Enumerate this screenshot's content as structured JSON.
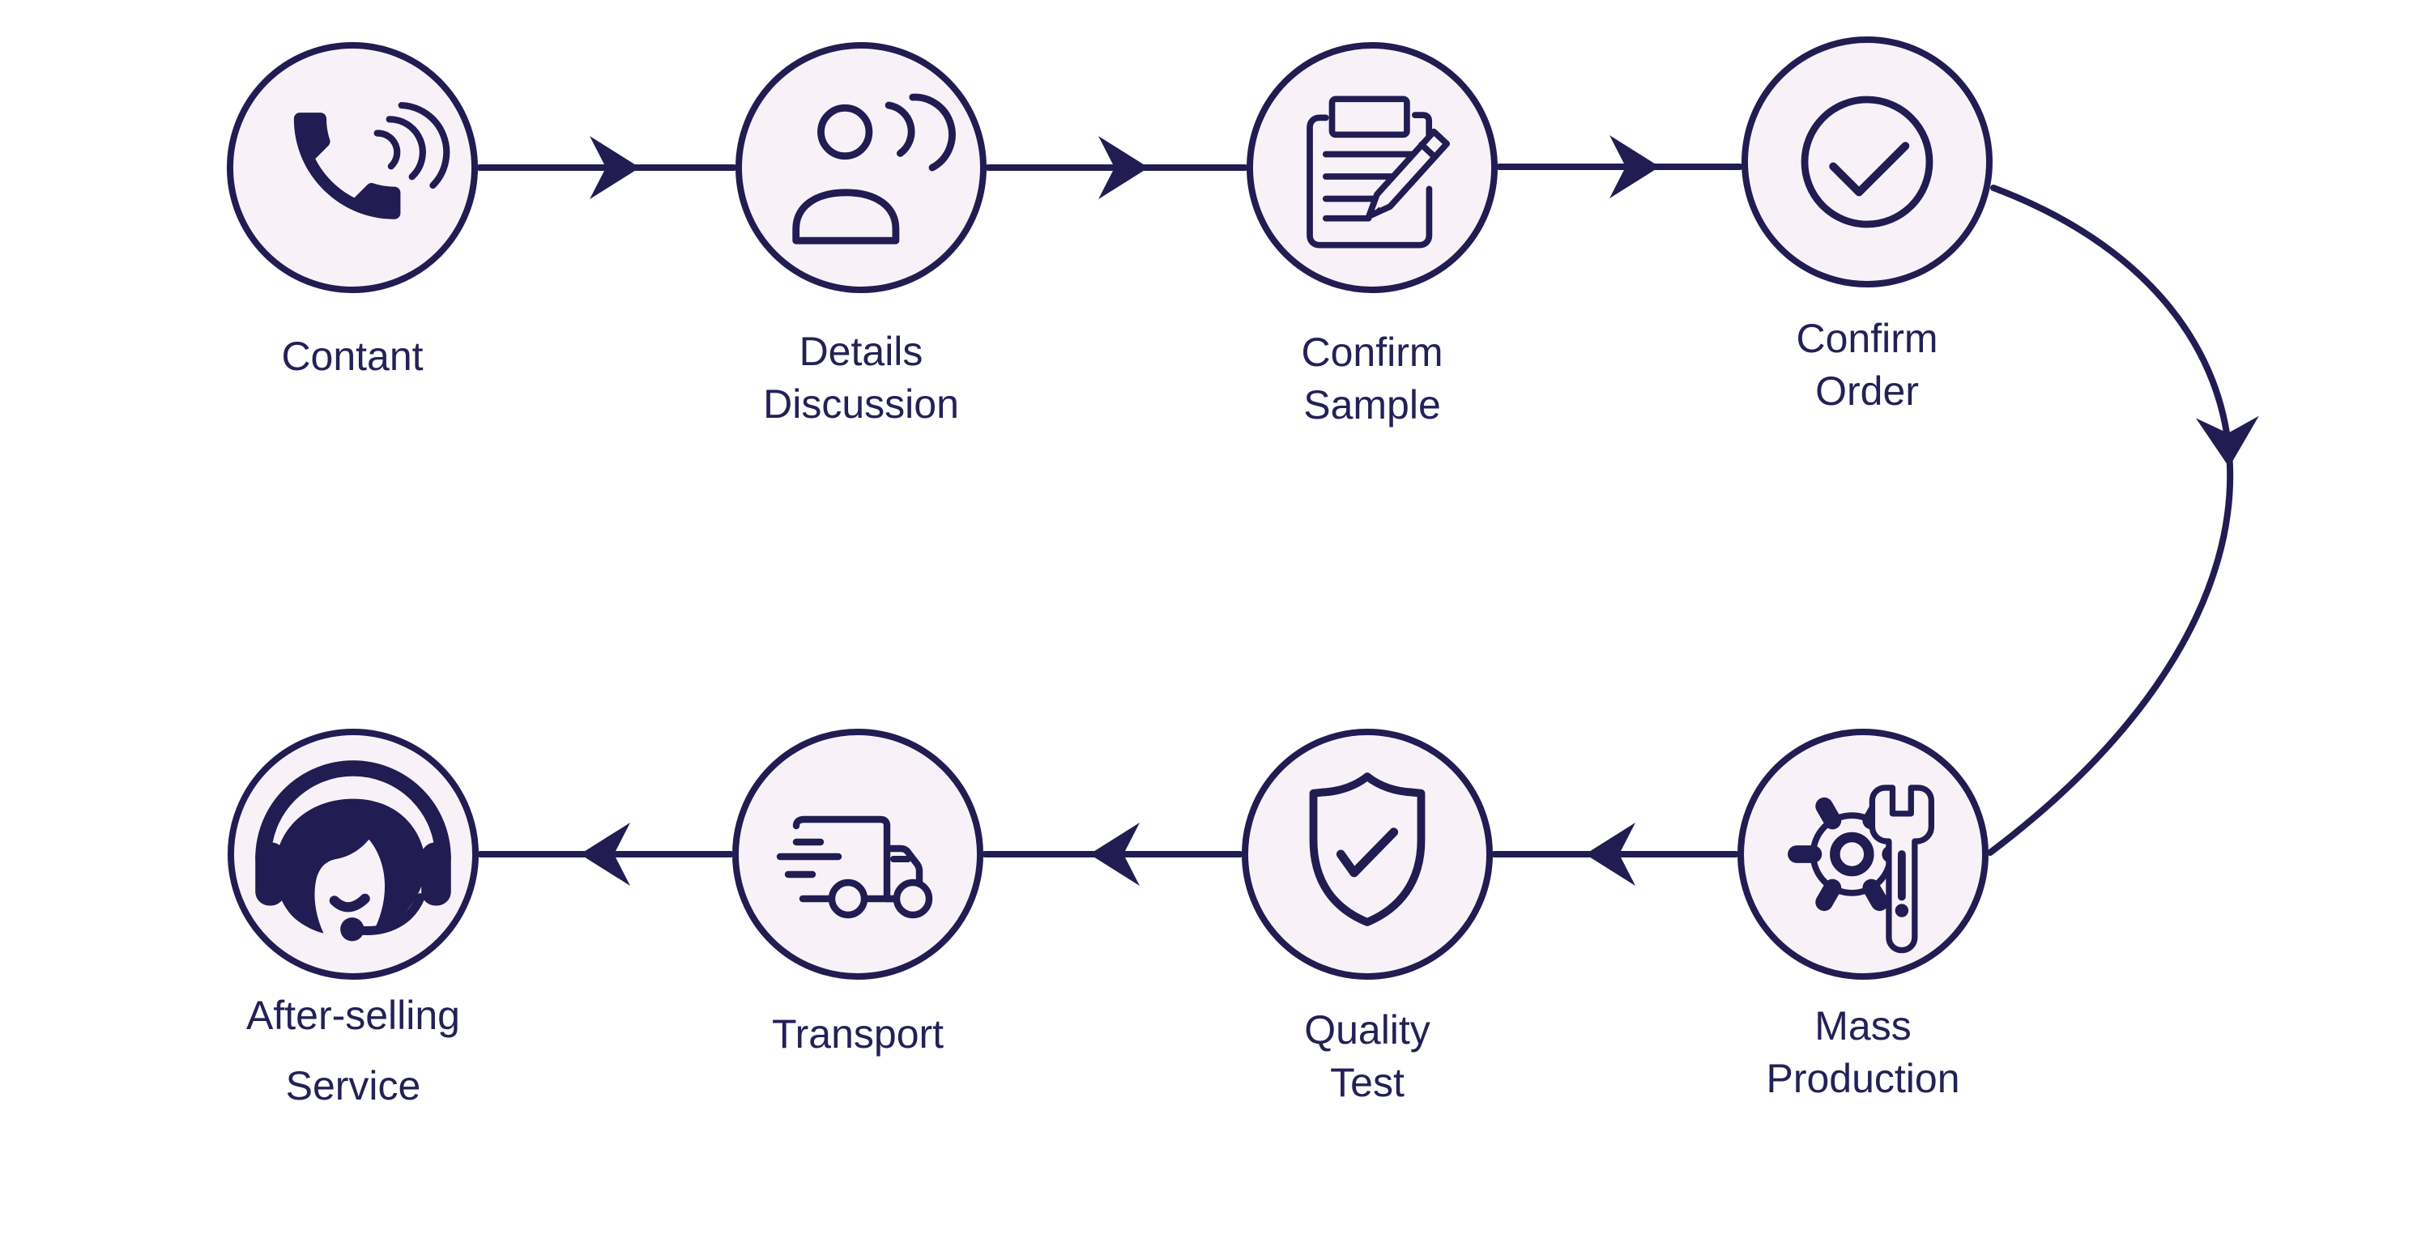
{
  "diagram": {
    "type": "process-flow",
    "colors": {
      "accent": "#211c52",
      "circle_fill": "#f8f2f8",
      "background": "#ffffff"
    },
    "steps": [
      {
        "id": "contact",
        "icon": "phone-icon",
        "label_lines": [
          "Contant"
        ]
      },
      {
        "id": "details-discussion",
        "icon": "person-speaking-icon",
        "label_lines": [
          "Details",
          "Discussion"
        ]
      },
      {
        "id": "confirm-sample",
        "icon": "document-pencil-icon",
        "label_lines": [
          "Confirm",
          "Sample"
        ]
      },
      {
        "id": "confirm-order",
        "icon": "check-circle-icon",
        "label_lines": [
          "Confirm",
          "Order"
        ]
      },
      {
        "id": "mass-production",
        "icon": "gear-wrench-icon",
        "label_lines": [
          "Mass",
          "Production"
        ]
      },
      {
        "id": "quality-test",
        "icon": "shield-check-icon",
        "label_lines": [
          "Quality",
          "Test"
        ]
      },
      {
        "id": "transport",
        "icon": "truck-icon",
        "label_lines": [
          "Transport"
        ]
      },
      {
        "id": "after-selling-service",
        "icon": "headset-person-icon",
        "label_lines": [
          "After-selling",
          "Service"
        ]
      }
    ]
  }
}
